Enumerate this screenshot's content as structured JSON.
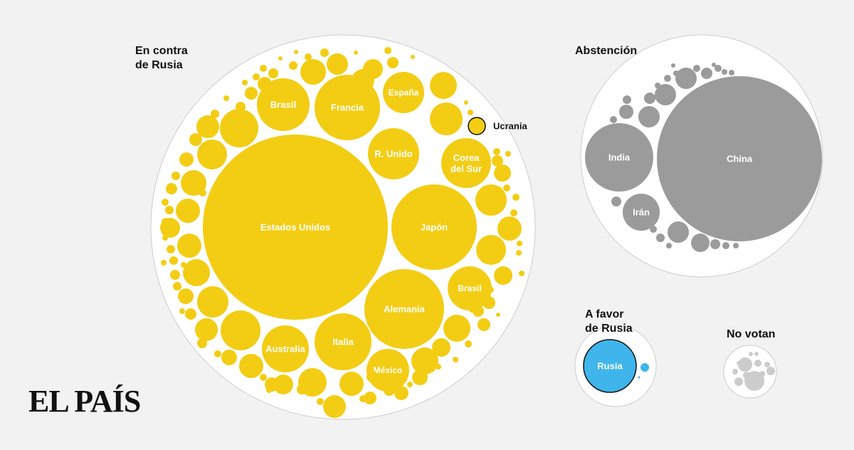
{
  "brand": {
    "logo": "EL PAÍS"
  },
  "colors": {
    "background": "#f2f2f2",
    "group_fill": "#ffffff",
    "group_stroke": "#cccccc",
    "against": "#f3cd14",
    "abstain": "#9b9b9b",
    "favor": "#3fb5ec",
    "novote": "#cccccc",
    "bubble_text": "#ffffff"
  },
  "chart_data": {
    "type": "packed-bubble",
    "groups": [
      {
        "id": "against",
        "label_lines": [
          "En contra",
          "de Rusia"
        ],
        "labeled_countries": [
          "Estados Unidos",
          "Japón",
          "Alemania",
          "Francia",
          "Brasil",
          "Italia",
          "R. Unido",
          "Australia",
          "Corea del Sur",
          "España",
          "México",
          "Brasil",
          "Ucrania"
        ]
      },
      {
        "id": "abstain",
        "label_lines": [
          "Abstención"
        ],
        "labeled_countries": [
          "China",
          "India",
          "Irán"
        ]
      },
      {
        "id": "favor",
        "label_lines": [
          "A favor",
          "de Rusia"
        ],
        "labeled_countries": [
          "Rusia"
        ]
      },
      {
        "id": "novote",
        "label_lines": [
          "No votan"
        ],
        "labeled_countries": []
      }
    ]
  }
}
